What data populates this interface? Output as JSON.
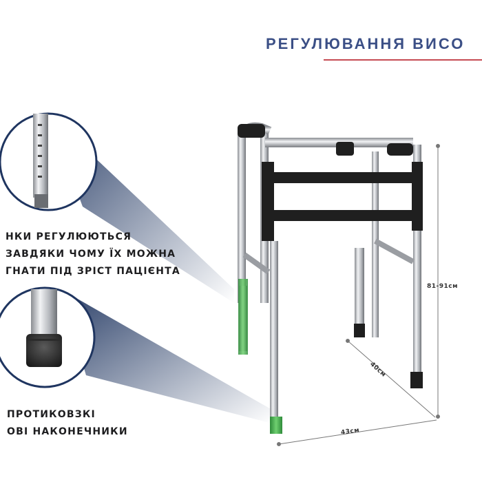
{
  "header": {
    "title": "РЕГУЛЮВАННЯ ВИСО"
  },
  "callouts": [
    {
      "lines": [
        "НКИ РЕГУЛЮЮТЬСЯ",
        "ЗАВДЯКИ ЧОМУ ЇХ МОЖНА",
        "ГНАТИ ПІД ЗРІСТ ПАЦІЄНТА"
      ]
    },
    {
      "lines": [
        "ПРОТИКОВЗКІ",
        "ОВІ НАКОНЕЧНИКИ"
      ]
    }
  ],
  "dimensions": {
    "height": "81-91см",
    "depth": "40см",
    "width": "43см"
  },
  "colors": {
    "accent": "#3b4f86",
    "underline": "#c54a52",
    "tip_green": "#3fa34a",
    "grip_black": "#1f1f1f",
    "cone_blue": "#1f3560"
  }
}
